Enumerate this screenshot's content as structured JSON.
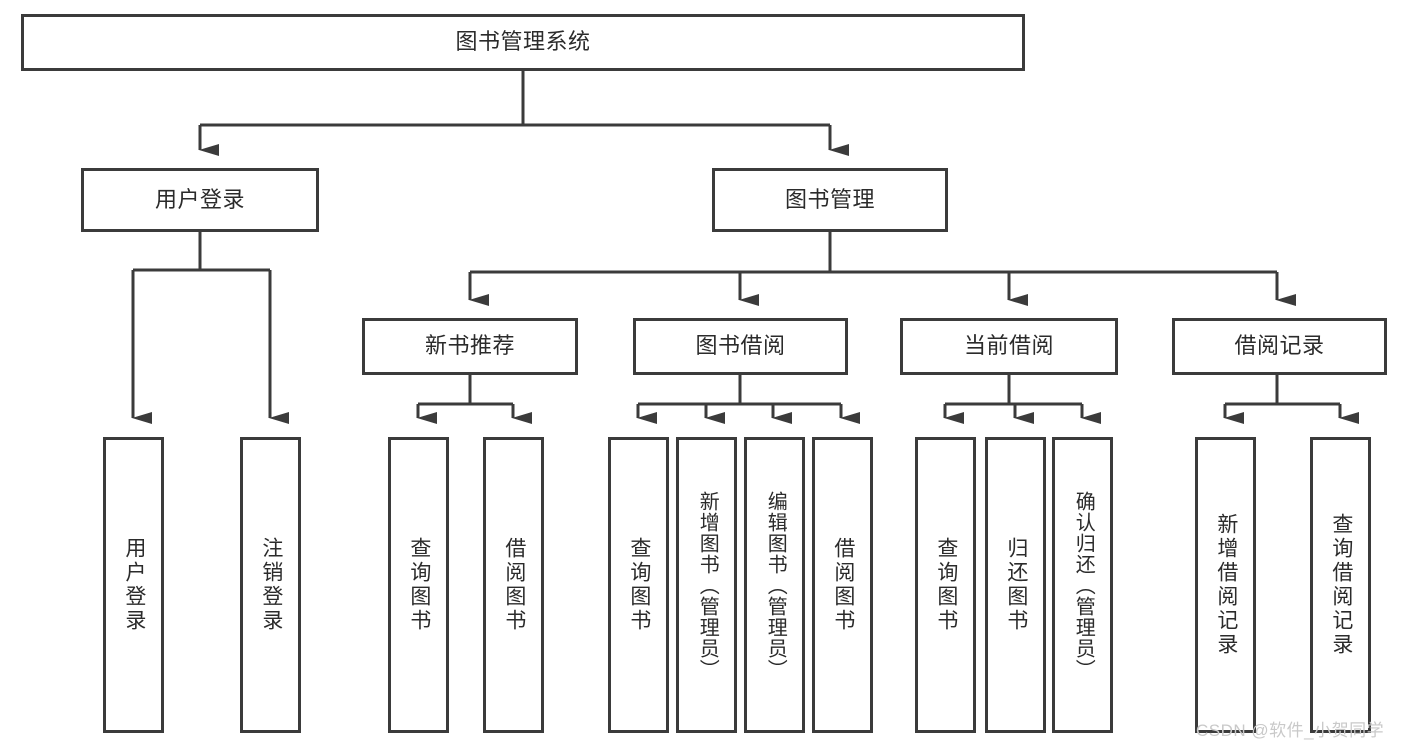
{
  "diagram": {
    "title": "图书管理系统",
    "type": "tree-hierarchy-chart",
    "root": {
      "label": "图书管理系统"
    },
    "level1": [
      {
        "label": "用户登录"
      },
      {
        "label": "图书管理"
      }
    ],
    "level2": [
      {
        "label": "新书推荐"
      },
      {
        "label": "图书借阅"
      },
      {
        "label": "当前借阅"
      },
      {
        "label": "借阅记录"
      }
    ],
    "leaves": {
      "user_login": [
        {
          "label": "用户登录"
        },
        {
          "label": "注销登录"
        }
      ],
      "new_book_recommend": [
        {
          "label": "查询图书"
        },
        {
          "label": "借阅图书"
        }
      ],
      "book_borrow": [
        {
          "label": "查询图书"
        },
        {
          "label": "新增图书（管理员）"
        },
        {
          "label": "编辑图书（管理员）"
        },
        {
          "label": "借阅图书"
        }
      ],
      "current_borrow": [
        {
          "label": "查询图书"
        },
        {
          "label": "归还图书"
        },
        {
          "label": "确认归还（管理员）"
        }
      ],
      "borrow_record": [
        {
          "label": "新增借阅记录"
        },
        {
          "label": "查询借阅记录"
        }
      ]
    }
  },
  "watermark": {
    "text": "CSDN @软件_小贺同学"
  },
  "colors": {
    "stroke": "#3b3b3b",
    "text": "#2b2b2b",
    "background": "#ffffff",
    "watermark": "#c9c9c9"
  }
}
